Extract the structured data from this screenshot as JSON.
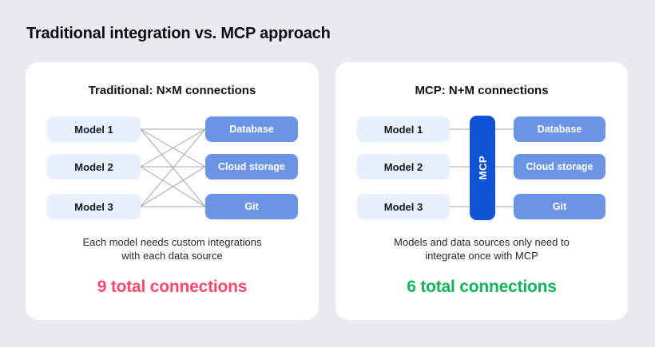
{
  "title": "Traditional integration vs. MCP approach",
  "traditional": {
    "heading": "Traditional: N×M connections",
    "models": [
      "Model 1",
      "Model 2",
      "Model 3"
    ],
    "data_sources": [
      "Database",
      "Cloud storage",
      "Git"
    ],
    "caption_line1": "Each model needs custom integrations",
    "caption_line2": "with each data source",
    "total_label": "9 total connections",
    "total_connections": 9,
    "total_color": "#f8486b"
  },
  "mcp": {
    "heading": "MCP: N+M connections",
    "models": [
      "Model 1",
      "Model 2",
      "Model 3"
    ],
    "hub_label": "MCP",
    "data_sources": [
      "Database",
      "Cloud storage",
      "Git"
    ],
    "caption_line1": "Models and data sources only need to",
    "caption_line2": "integrate once with MCP",
    "total_label": "6 total connections",
    "total_connections": 6,
    "total_color": "#0fb359"
  },
  "colors": {
    "background": "#e9eaef",
    "panel": "#ffffff",
    "model_box": "#e9f0fd",
    "data_source_box": "#6b94e7",
    "mcp_bar": "#1053d6",
    "connector_line": "#a4a4ac",
    "traditional_total": "#f8486b",
    "mcp_total": "#0fb359"
  }
}
